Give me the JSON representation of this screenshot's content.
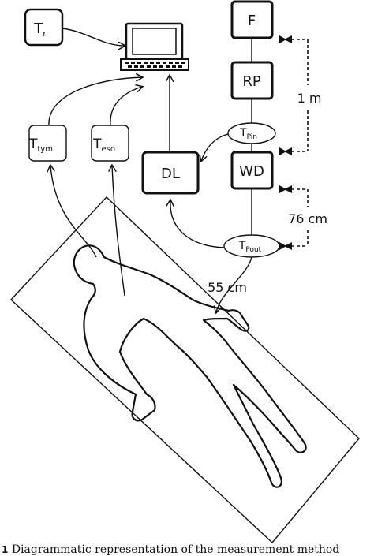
{
  "boxes": {
    "tr": {
      "main": "T",
      "sub": "r"
    },
    "ttym": {
      "main": "T",
      "sub": "tym"
    },
    "teso": {
      "main": "T",
      "sub": "eso"
    },
    "f": {
      "label": "F"
    },
    "rp": {
      "label": "RP"
    },
    "dl": {
      "label": "DL"
    },
    "wd": {
      "label": "WD"
    }
  },
  "ellipses": {
    "tpin": {
      "main": "T",
      "sub": "Pin"
    },
    "tpout": {
      "main": "T",
      "sub": "Pout"
    }
  },
  "distances": {
    "upper": "1 m",
    "lower": "76 cm",
    "body": "55 cm"
  },
  "caption": {
    "number": "1",
    "text": "Diagrammatic representation of the measurement method"
  }
}
